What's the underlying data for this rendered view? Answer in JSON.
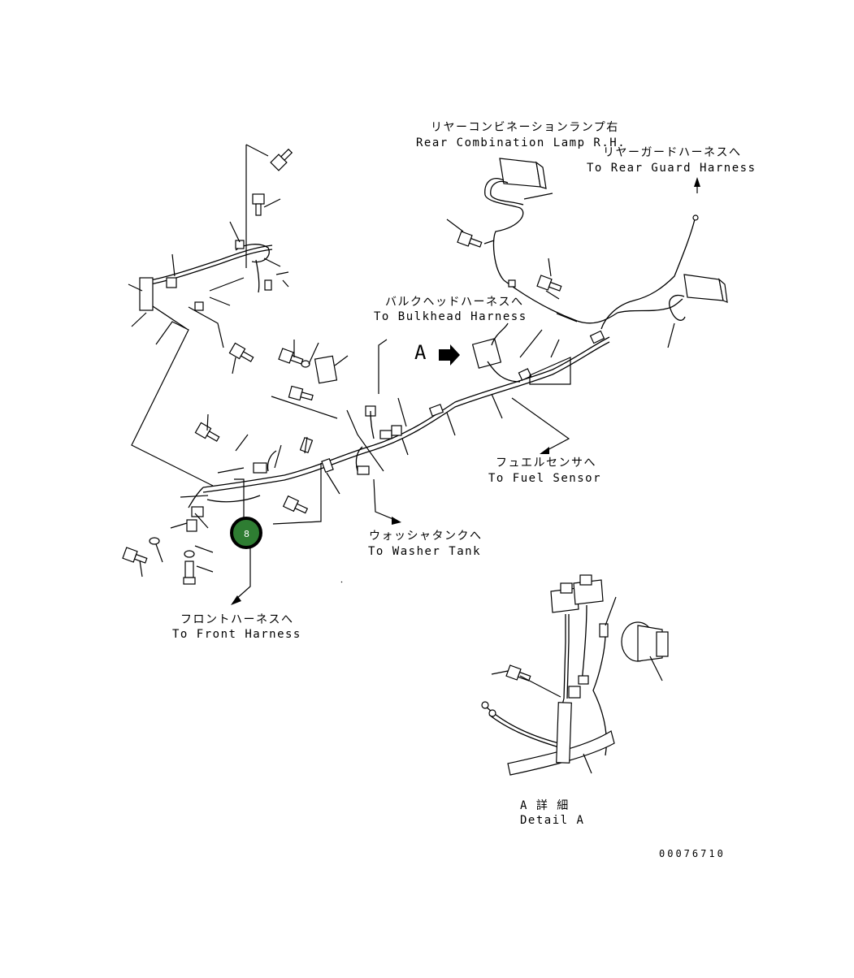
{
  "labels": {
    "rear_lamp_jp": "リヤーコンビネーションランプ右",
    "rear_lamp_en": "Rear Combination Lamp R.H.",
    "rear_guard_jp": "リヤーガードハーネスへ",
    "rear_guard_en": "To Rear Guard Harness",
    "bulkhead_jp": "バルクヘッドハーネスへ",
    "bulkhead_en": "To Bulkhead Harness",
    "view_a": "A",
    "fuel_jp": "フュエルセンサへ",
    "fuel_en": "To Fuel Sensor",
    "washer_jp": "ウォッシャタンクへ",
    "washer_en": "To Washer Tank",
    "front_jp": "フロントハーネスへ",
    "front_en": "To Front Harness",
    "detail_jp": "A 詳 細",
    "detail_en": "Detail A",
    "drawing_number": "00076710"
  },
  "callout": {
    "number": "8",
    "color": "#2e7d32",
    "ring_color": "#000000"
  }
}
